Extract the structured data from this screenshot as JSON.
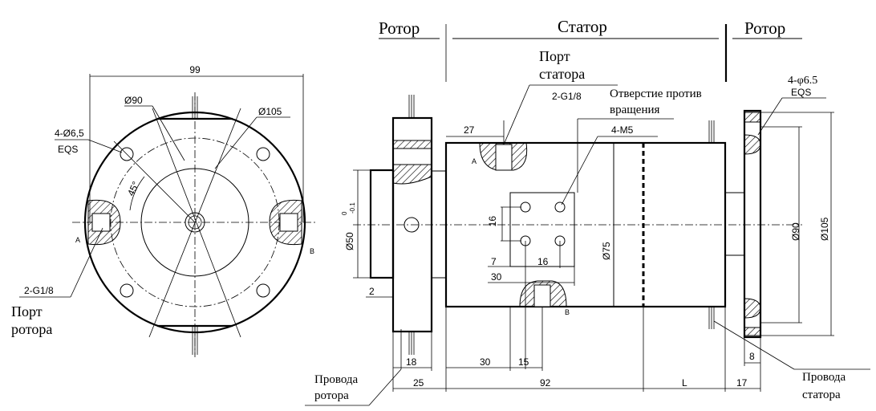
{
  "headers": {
    "rotor_left": "Ротор",
    "stator": "Статор",
    "rotor_right": "Ротор"
  },
  "labels": {
    "port_stator_line1": "Порт",
    "port_stator_line2": "статора",
    "anti_rotation_line1": "Отверстие против",
    "anti_rotation_line2": "вращения",
    "port_rotor_line1": "Порт",
    "port_rotor_line2": "ротора",
    "wires_rotor_line1": "Провода",
    "wires_rotor_line2": "ротора",
    "wires_stator_line1": "Провода",
    "wires_stator_line2": "статора"
  },
  "dimensions": {
    "width_99": "99",
    "dia_90_front": "Ø90",
    "dia_105_front": "Ø105",
    "holes_front": "4-Ø6,5",
    "eqs_front": "EQS",
    "angle_45": "45°",
    "port_front": "2-G1/8",
    "section_a": "A",
    "section_b": "B",
    "port_side": "2-G1/8",
    "dim_27": "27",
    "thread_m5": "4-M5",
    "dim_16_v": "16",
    "dim_16_h": "16",
    "dim_7": "7",
    "dim_30_mid": "30",
    "dim_2": "2",
    "dia_50": "Ø50",
    "tol_upper": "0",
    "tol_lower": "-0.1",
    "dia_75": "Ø75",
    "dim_18": "18",
    "dim_30_bottom": "30",
    "dim_15": "15",
    "dim_25": "25",
    "dim_92": "92",
    "dim_l": "L",
    "dim_17": "17",
    "dim_8": "8",
    "holes_right": "4-φ6.5",
    "eqs_right": "EQS",
    "dia_90_right": "Ø90",
    "dia_105_right": "Ø105",
    "section_a_side": "A",
    "section_b_side": "B"
  }
}
